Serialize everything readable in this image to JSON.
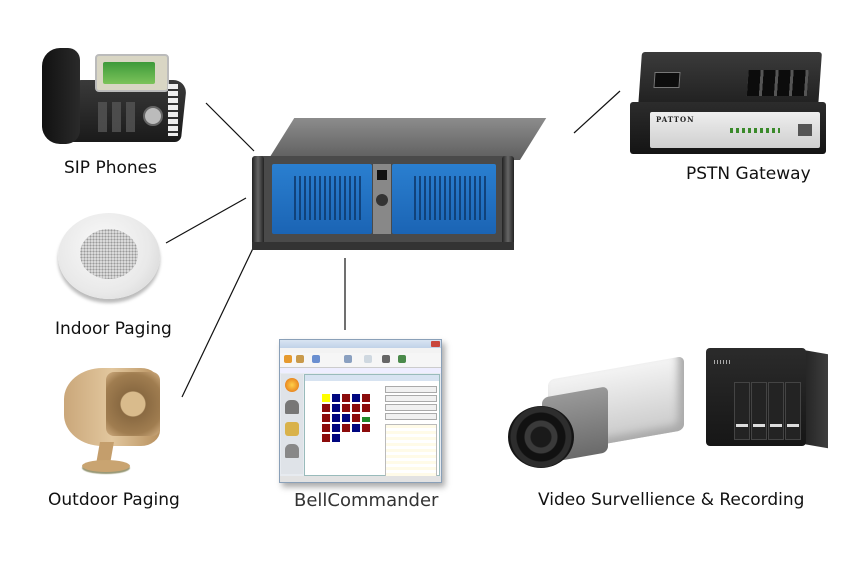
{
  "diagram": {
    "hub": {
      "name": "Server",
      "description": "Rack-mount server (central hub)"
    },
    "nodes": [
      {
        "id": "sip-phones",
        "label": "SIP Phones"
      },
      {
        "id": "indoor-paging",
        "label": "Indoor Paging"
      },
      {
        "id": "outdoor-paging",
        "label": "Outdoor Paging"
      },
      {
        "id": "bellcommander",
        "label": "BellCommander"
      },
      {
        "id": "pstn-gateway",
        "label": "PSTN Gateway",
        "device_brand": "PATTON"
      },
      {
        "id": "video-surveillance",
        "label": "Video Survellience & Recording"
      }
    ],
    "edges": [
      {
        "from": "sip-phones",
        "to": "server"
      },
      {
        "from": "indoor-paging",
        "to": "server"
      },
      {
        "from": "outdoor-paging",
        "to": "server"
      },
      {
        "from": "bellcommander",
        "to": "server"
      },
      {
        "from": "pstn-gateway",
        "to": "server"
      }
    ],
    "colors": {
      "server_panel": "#1f6cc0",
      "calendar_red": "#8b0c0c",
      "calendar_blue": "#00067f",
      "calendar_yellow": "#ffff00",
      "calendar_green": "#1f8a2a",
      "line": "#111111"
    }
  }
}
